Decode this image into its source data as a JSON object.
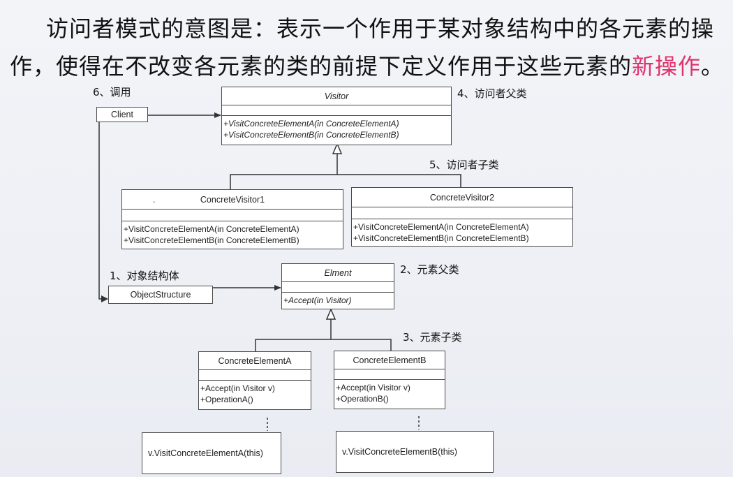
{
  "intent": {
    "line1": "访问者模式的意图是：表示一个作用于某对象结构中的各元素的操",
    "line2_prefix": "作，使得在不改变各元素的类的前提下定义作用于这些元素的",
    "line2_highlight": "新操作",
    "line2_suffix": "。",
    "highlight_color": "#e0336b"
  },
  "labels": {
    "client_role": "6、调用",
    "visitor_role": "4、访问者父类",
    "concrete_visitor_role": "5、访问者子类",
    "object_structure_role": "1、对象结构体",
    "element_role": "2、元素父类",
    "concrete_element_role": "3、元素子类"
  },
  "classes": {
    "client": {
      "name": "Client"
    },
    "visitor": {
      "name": "Visitor",
      "ops": [
        "+VisitConcreteElementA(in ConcreteElementA)",
        "+VisitConcreteElementB(in ConcreteElementB)"
      ]
    },
    "concrete_visitor1": {
      "name": "ConcreteVisitor1",
      "dot": ".",
      "ops": [
        "+VisitConcreteElementA(in ConcreteElementA)",
        "+VisitConcreteElementB(in ConcreteElementB)"
      ]
    },
    "concrete_visitor2": {
      "name": "ConcreteVisitor2",
      "ops": [
        "+VisitConcreteElementA(in ConcreteElementA)",
        "+VisitConcreteElementB(in ConcreteElementB)"
      ]
    },
    "object_structure": {
      "name": "ObjectStructure"
    },
    "element": {
      "name": "Elment",
      "ops": [
        "+Accept(in Visitor)"
      ]
    },
    "concrete_element_a": {
      "name": "ConcreteElementA",
      "ops": [
        "+Accept(in Visitor v)",
        "+OperationA()"
      ]
    },
    "concrete_element_b": {
      "name": "ConcreteElementB",
      "ops": [
        "+Accept(in Visitor v)",
        "+OperationB()"
      ]
    }
  },
  "notes": {
    "note_a": "v.VisitConcreteElementA(this)",
    "note_b": "v.VisitConcreteElementB(this)"
  }
}
